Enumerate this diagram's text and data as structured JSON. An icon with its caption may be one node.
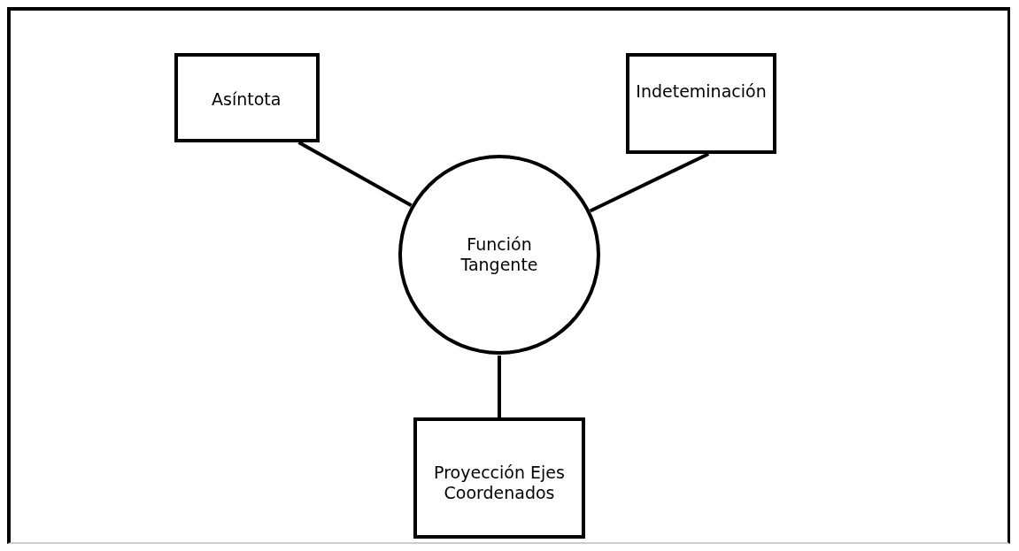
{
  "diagram": {
    "nodes": [
      {
        "text": [
          "Función Tangente"
        ]
      },
      {
        "text": [
          "Asíntota"
        ]
      },
      {
        "text": [
          "Indeteminación"
        ]
      },
      {
        "text": [
          "Proyección Ejes Coordenados"
        ]
      }
    ],
    "edges": [
      {
        "from": 1,
        "to": 0,
        "arrow": "none"
      },
      {
        "from": 2,
        "to": 0,
        "arrow": "none"
      },
      {
        "from": 0,
        "to": 3,
        "arrow": "none"
      }
    ]
  }
}
